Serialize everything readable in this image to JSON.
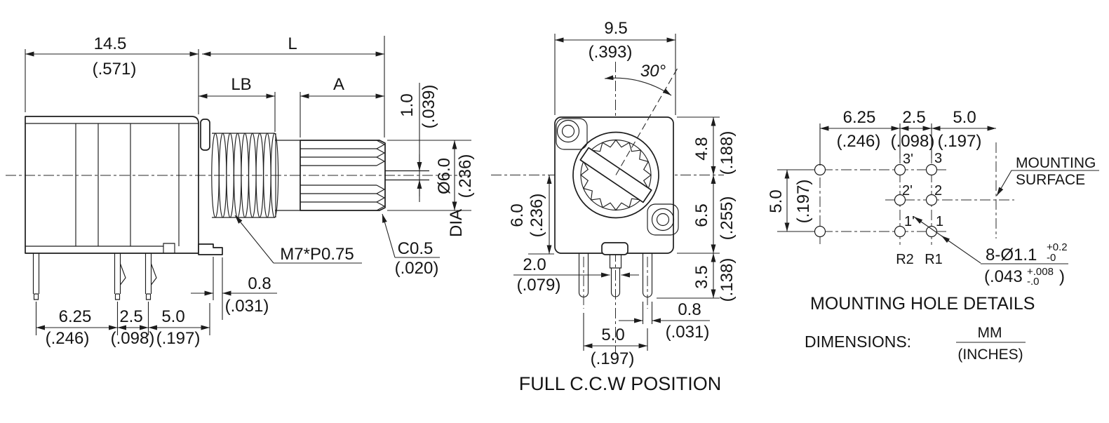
{
  "side_view": {
    "body_width": {
      "mm": "14.5",
      "in": "(.571)"
    },
    "shaft_length_label": "L",
    "bushing_length_label": "LB",
    "knurl_length_label": "A",
    "slot_width": {
      "mm": "1.0",
      "in": "(.039)"
    },
    "shaft_dia": {
      "mm": "Ø6.0",
      "in": "(.236)",
      "suffix": "DIA"
    },
    "thread_spec": "M7*P0.75",
    "chamfer": {
      "mm": "C0.5",
      "in": "(.020)"
    },
    "lip": {
      "mm": "0.8",
      "in": "(.031)"
    },
    "pin_span1": {
      "mm": "6.25",
      "in": "(.246)"
    },
    "pin_span2": {
      "mm": "2.5",
      "in": "(.098)"
    },
    "pin_span3": {
      "mm": "5.0",
      "in": "(.197)"
    }
  },
  "front_view": {
    "body_width": {
      "mm": "9.5",
      "in": "(.393)"
    },
    "rotation_angle": "30°",
    "upper_height": {
      "mm": "4.8",
      "in": "(.188)"
    },
    "lower_height": {
      "mm": "6.5",
      "in": "(.255)"
    },
    "pin_length": {
      "mm": "3.5",
      "in": "(.138)"
    },
    "center_height": {
      "mm": "6.0",
      "in": "(.236)"
    },
    "pin_offset": {
      "mm": "2.0",
      "in": "(.079)"
    },
    "pin_pitch": {
      "mm": "5.0",
      "in": "(.197)"
    },
    "pin_width": {
      "mm": "0.8",
      "in": "(.031)"
    },
    "caption": "FULL C.C.W POSITION"
  },
  "hole_view": {
    "col_span1": {
      "mm": "6.25",
      "in": "(.246)"
    },
    "col_span2": {
      "mm": "2.5",
      "in": "(.098)"
    },
    "col_span3": {
      "mm": "5.0",
      "in": "(.197)"
    },
    "row_span": {
      "mm": "5.0",
      "in": "(.197)"
    },
    "terminals": [
      "3'",
      "3",
      "2'",
      "2",
      "1'",
      "1"
    ],
    "resistors": [
      "R2",
      "R1"
    ],
    "mounting_surface": {
      "line1": "MOUNTING",
      "line2": "SURFACE"
    },
    "hole_spec": {
      "mm": "8-Ø1.1",
      "mm_tol_plus": "+0.2",
      "mm_tol_minus": "-0",
      "in": "(.043",
      "in_tol_plus": "+.008",
      "in_tol_minus": "-.0",
      "in_close": ")"
    },
    "title": "MOUNTING HOLE DETAILS",
    "dimensions_label": "DIMENSIONS:",
    "units_mm": "MM",
    "units_in": "(INCHES)"
  }
}
